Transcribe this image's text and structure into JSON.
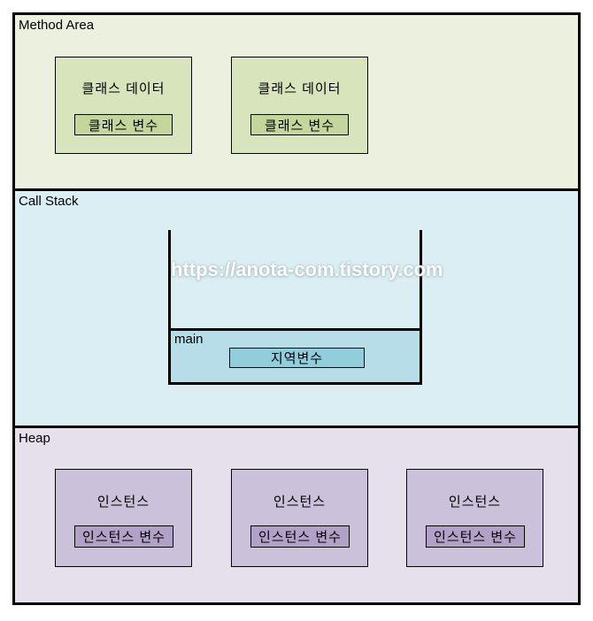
{
  "watermark": "https://anota-com.tistory.com",
  "colors": {
    "method_area_bg": "#ebf1de",
    "class_box_bg": "#d7e4bc",
    "class_var_bg": "#c3d69b",
    "call_stack_bg": "#daeef3",
    "stack_frame_bg": "#b7dee8",
    "local_var_bg": "#92cddc",
    "heap_bg": "#e5e0ec",
    "instance_box_bg": "#ccc1da",
    "instance_var_bg": "#b2a1c7",
    "border": "#000000"
  },
  "sections": {
    "method_area": {
      "label": "Method Area",
      "boxes": [
        {
          "title": "클래스 데이터",
          "variable": "클래스 변수"
        },
        {
          "title": "클래스 데이터",
          "variable": "클래스 변수"
        }
      ]
    },
    "call_stack": {
      "label": "Call Stack",
      "frames": [
        {
          "name": "main",
          "variable": "지역변수"
        }
      ]
    },
    "heap": {
      "label": "Heap",
      "boxes": [
        {
          "title": "인스턴스",
          "variable": "인스턴스 변수"
        },
        {
          "title": "인스턴스",
          "variable": "인스턴스 변수"
        },
        {
          "title": "인스턴스",
          "variable": "인스턴스 변수"
        }
      ]
    }
  }
}
